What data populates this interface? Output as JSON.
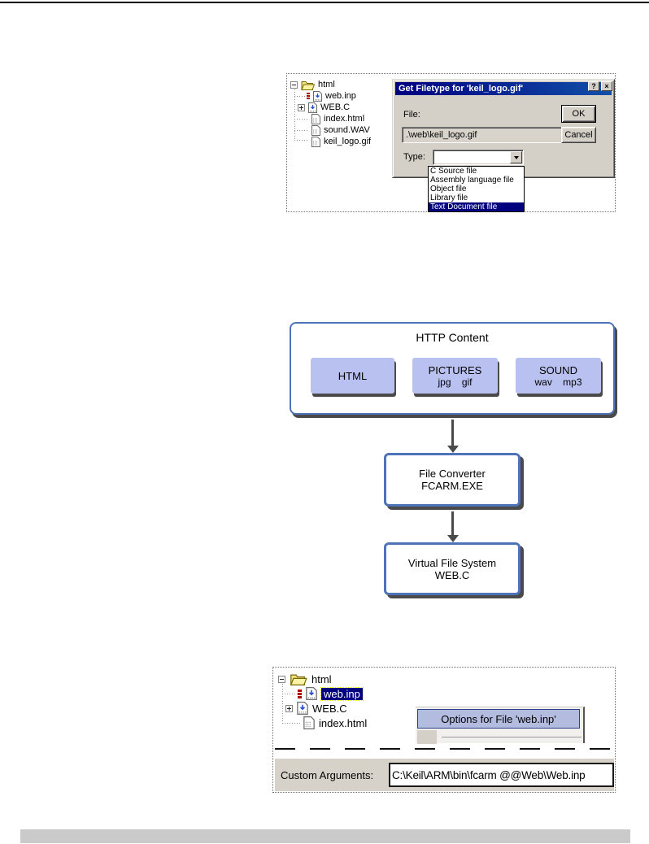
{
  "screenshot_filetype": {
    "tree": {
      "root_label": "html",
      "items": [
        {
          "label": "web.inp",
          "icon": "inp-file-icon"
        },
        {
          "label": "WEB.C",
          "icon": "c-file-icon"
        },
        {
          "label": "index.html",
          "icon": "doc-file-icon"
        },
        {
          "label": "sound.WAV",
          "icon": "doc-file-icon"
        },
        {
          "label": "keil_logo.gif",
          "icon": "doc-file-icon"
        }
      ]
    },
    "dialog": {
      "title": "Get Filetype for 'keil_logo.gif'",
      "help_button": "?",
      "close_button": "×",
      "file_label": "File:",
      "file_value": ".\\web\\keil_logo.gif",
      "ok_button": "OK",
      "cancel_button": "Cancel",
      "type_label": "Type:",
      "type_value": "",
      "type_options": [
        "C Source file",
        "Assembly language file",
        "Object file",
        "Library file",
        "Text Document file"
      ],
      "selected_option": "Text Document file"
    }
  },
  "diagram": {
    "http_box": {
      "title": "HTTP Content",
      "children": [
        {
          "line1": "HTML",
          "line2": ""
        },
        {
          "line1": "PICTURES",
          "line2": "jpg gif"
        },
        {
          "line1": "SOUND",
          "line2": "wav mp3"
        }
      ]
    },
    "converter_box": {
      "line1": "File Converter",
      "line2": "FCARM.EXE"
    },
    "vfs_box": {
      "line1": "Virtual File System",
      "line2": "WEB.C"
    },
    "colors": {
      "border_blue": "#4f73b8",
      "fill_lavender": "#b9c1f0",
      "shadow_gray": "#4a4a4a"
    }
  },
  "screenshot_options": {
    "tree": {
      "root_label": "html",
      "items": [
        {
          "label": "web.inp",
          "icon": "inp-file-icon",
          "selected": true
        },
        {
          "label": "WEB.C",
          "icon": "c-file-icon",
          "selected": false
        },
        {
          "label": "index.html",
          "icon": "doc-file-icon",
          "selected": false
        }
      ]
    },
    "menu_item_label": "Options for File 'web.inp'",
    "custom_arguments_label": "Custom Arguments:",
    "custom_arguments_value": "C:\\Keil\\ARM\\bin\\fcarm @@Web\\Web.inp"
  }
}
